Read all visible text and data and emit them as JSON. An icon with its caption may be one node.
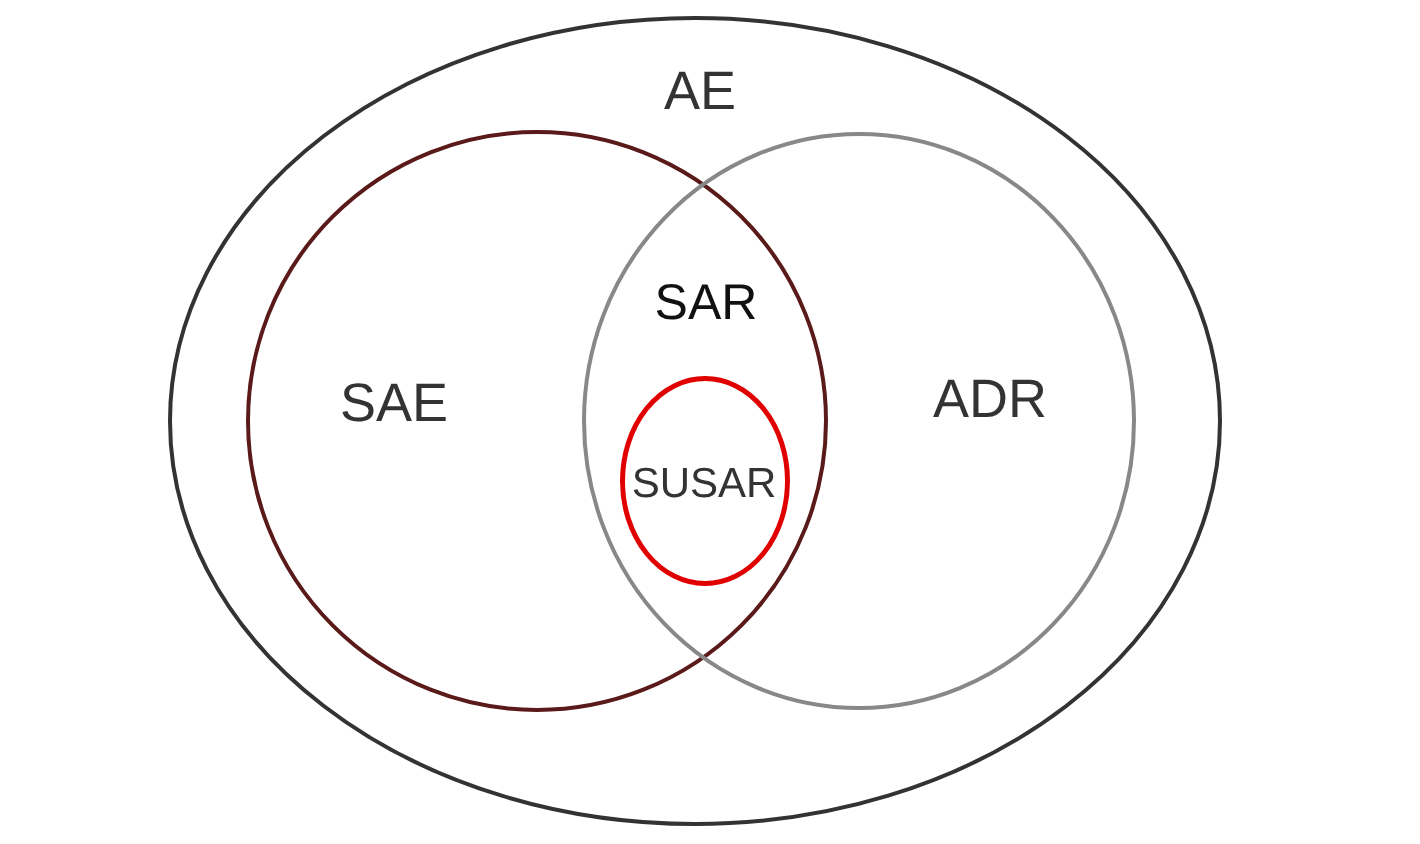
{
  "diagram": {
    "nodes": [
      {
        "text": [
          "AE"
        ]
      },
      {
        "text": [
          "SAE"
        ],
        "in": 0
      },
      {
        "text": [
          "ADR"
        ],
        "in": 0
      },
      {
        "text": [
          "SUSAR"
        ]
      }
    ],
    "labels": [
      "SAR"
    ]
  }
}
